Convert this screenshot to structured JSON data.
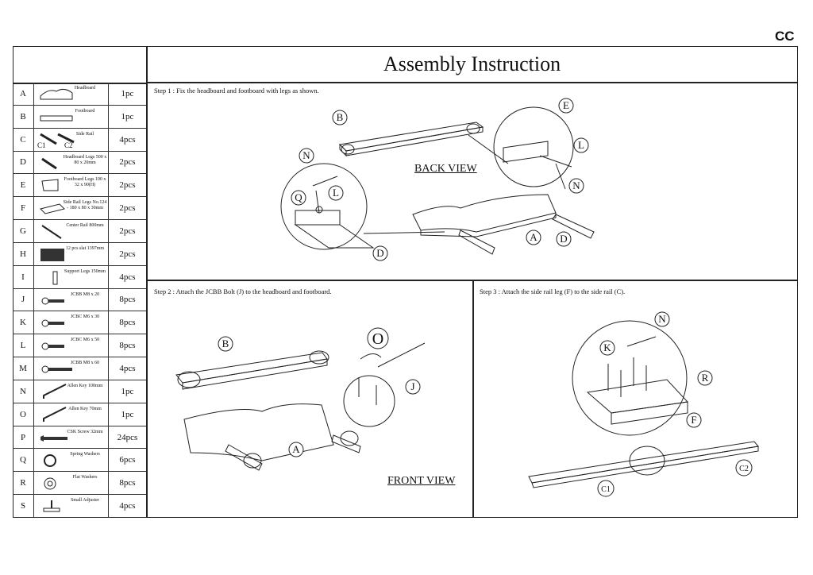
{
  "corner_code": "CC",
  "title": "Assembly Instruction",
  "parts": [
    {
      "letter": "A",
      "name": "Headboard",
      "qty": "1pc",
      "icon": "headboard-icon"
    },
    {
      "letter": "B",
      "name": "Footboard",
      "qty": "1pc",
      "icon": "footboard-icon"
    },
    {
      "letter": "C",
      "name": "Side Rail",
      "qty": "4pcs",
      "icon": "side-rail-icon",
      "sub": [
        "C1",
        "C2"
      ]
    },
    {
      "letter": "D",
      "name": "Headboard Legs 500 x 80 x 20mm",
      "qty": "2pcs",
      "icon": "headboard-leg-icon"
    },
    {
      "letter": "E",
      "name": "Footboard Legs 100 x 32 x 90(H)",
      "qty": "2pcs",
      "icon": "footboard-leg-icon"
    },
    {
      "letter": "F",
      "name": "Side Rail Legs No.124 - 180 x 80 x 30mm",
      "qty": "2pcs",
      "icon": "side-rail-leg-icon"
    },
    {
      "letter": "G",
      "name": "Center Rail 800mm",
      "qty": "2pcs",
      "icon": "center-rail-icon"
    },
    {
      "letter": "H",
      "name": "12 pcs slat 1397mm",
      "qty": "2pcs",
      "icon": "slats-icon"
    },
    {
      "letter": "I",
      "name": "Support Legs 150mm",
      "qty": "4pcs",
      "icon": "support-leg-icon"
    },
    {
      "letter": "J",
      "name": "JCBB M8 x 20",
      "qty": "8pcs",
      "icon": "bolt-icon"
    },
    {
      "letter": "K",
      "name": "JCBC M6 x 30",
      "qty": "8pcs",
      "icon": "bolt-icon"
    },
    {
      "letter": "L",
      "name": "JCBC M6 x 50",
      "qty": "8pcs",
      "icon": "bolt-icon"
    },
    {
      "letter": "M",
      "name": "JCBB M8 x 60",
      "qty": "4pcs",
      "icon": "long-bolt-icon"
    },
    {
      "letter": "N",
      "name": "Allen Key 100mm",
      "qty": "1pc",
      "icon": "allen-key-icon"
    },
    {
      "letter": "O",
      "name": "Allen Key 70mm",
      "qty": "1pc",
      "icon": "allen-key-icon"
    },
    {
      "letter": "P",
      "name": "CSK Screw 32mm",
      "qty": "24pcs",
      "icon": "screw-icon"
    },
    {
      "letter": "Q",
      "name": "Spring Washers",
      "qty": "6pcs",
      "icon": "spring-washer-icon"
    },
    {
      "letter": "R",
      "name": "Flat Washers",
      "qty": "8pcs",
      "icon": "flat-washer-icon"
    },
    {
      "letter": "S",
      "name": "Small Adjuster",
      "qty": "4pcs",
      "icon": "adjuster-icon"
    }
  ],
  "step1": {
    "text": "Step 1 : Fix the headboard and footboard with legs as shown.",
    "view": "BACK VIEW",
    "callouts": [
      "B",
      "E",
      "L",
      "N",
      "N",
      "Q",
      "L",
      "A",
      "D",
      "D"
    ]
  },
  "step2": {
    "text": "Step 2 : Attach the JCBB Bolt (J) to the headboard and footboard.",
    "view": "FRONT VIEW",
    "callouts": [
      "B",
      "O",
      "J",
      "A"
    ]
  },
  "step3": {
    "text": "Step 3 : Attach the side rail leg (F) to the side rail (C).",
    "callouts": [
      "N",
      "K",
      "R",
      "F",
      "C1",
      "C2"
    ]
  }
}
